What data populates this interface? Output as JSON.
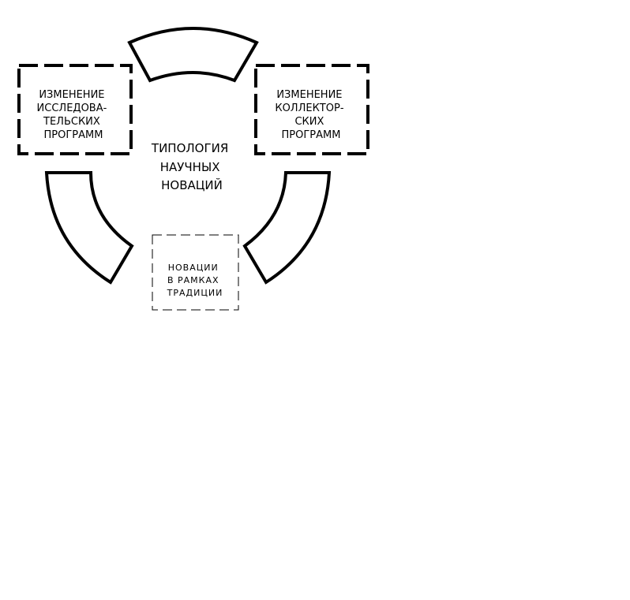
{
  "diagram": {
    "center_label": [
      "ТИПОЛОГИЯ",
      "НАУЧНЫХ",
      "НОВАЦИЙ"
    ],
    "left_box": [
      "ИЗМЕНЕНИЕ",
      "ИССЛЕДОВА-",
      "ТЕЛЬСКИХ",
      "ПРОГРАММ"
    ],
    "right_box": [
      "ИЗМЕНЕНИЕ",
      "КОЛЛЕКТОР-",
      "СКИХ",
      "ПРОГРАММ"
    ],
    "bottom_box": [
      "НОВАЦИИ",
      "В РАМКАХ",
      "ТРАДИЦИИ"
    ]
  }
}
